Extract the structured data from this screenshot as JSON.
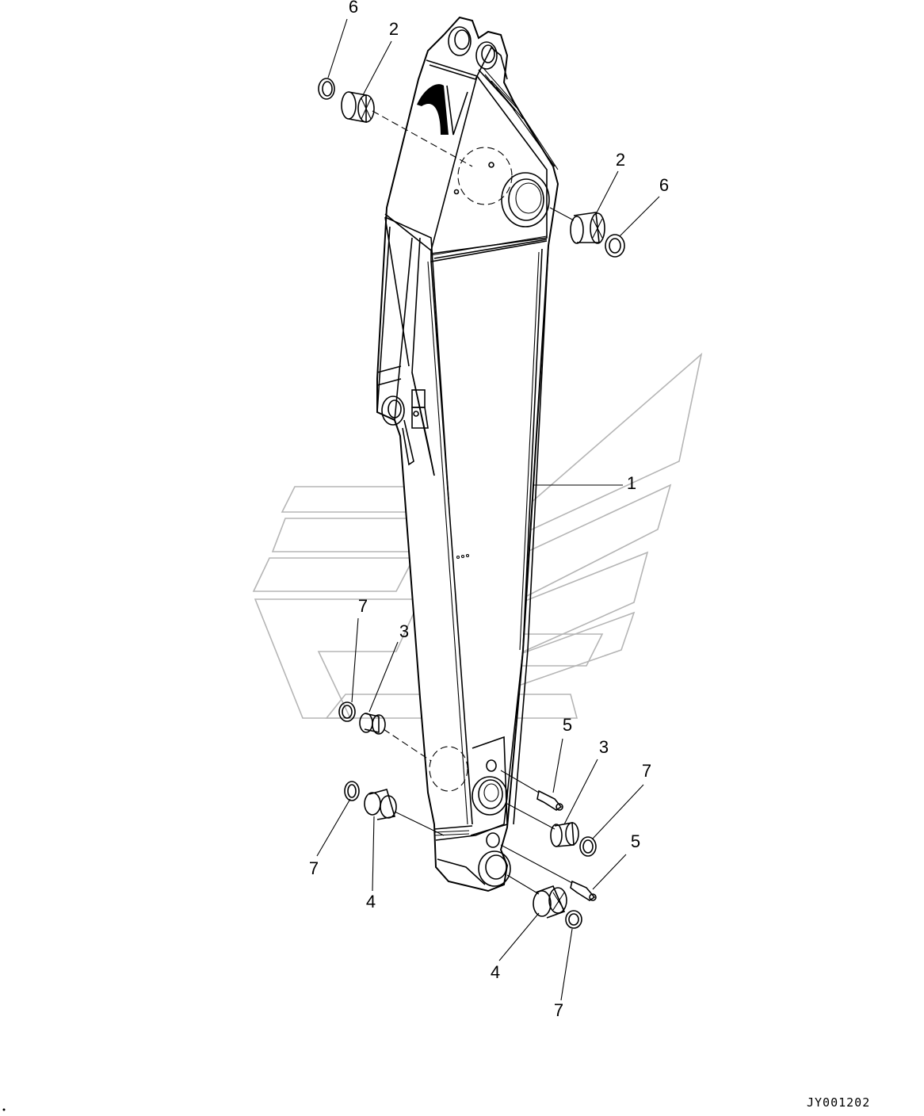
{
  "drawing": {
    "code": "JY001202",
    "callouts": [
      "1",
      "2",
      "2",
      "3",
      "3",
      "4",
      "4",
      "5",
      "5",
      "6",
      "6",
      "7",
      "7",
      "7",
      "7"
    ]
  }
}
